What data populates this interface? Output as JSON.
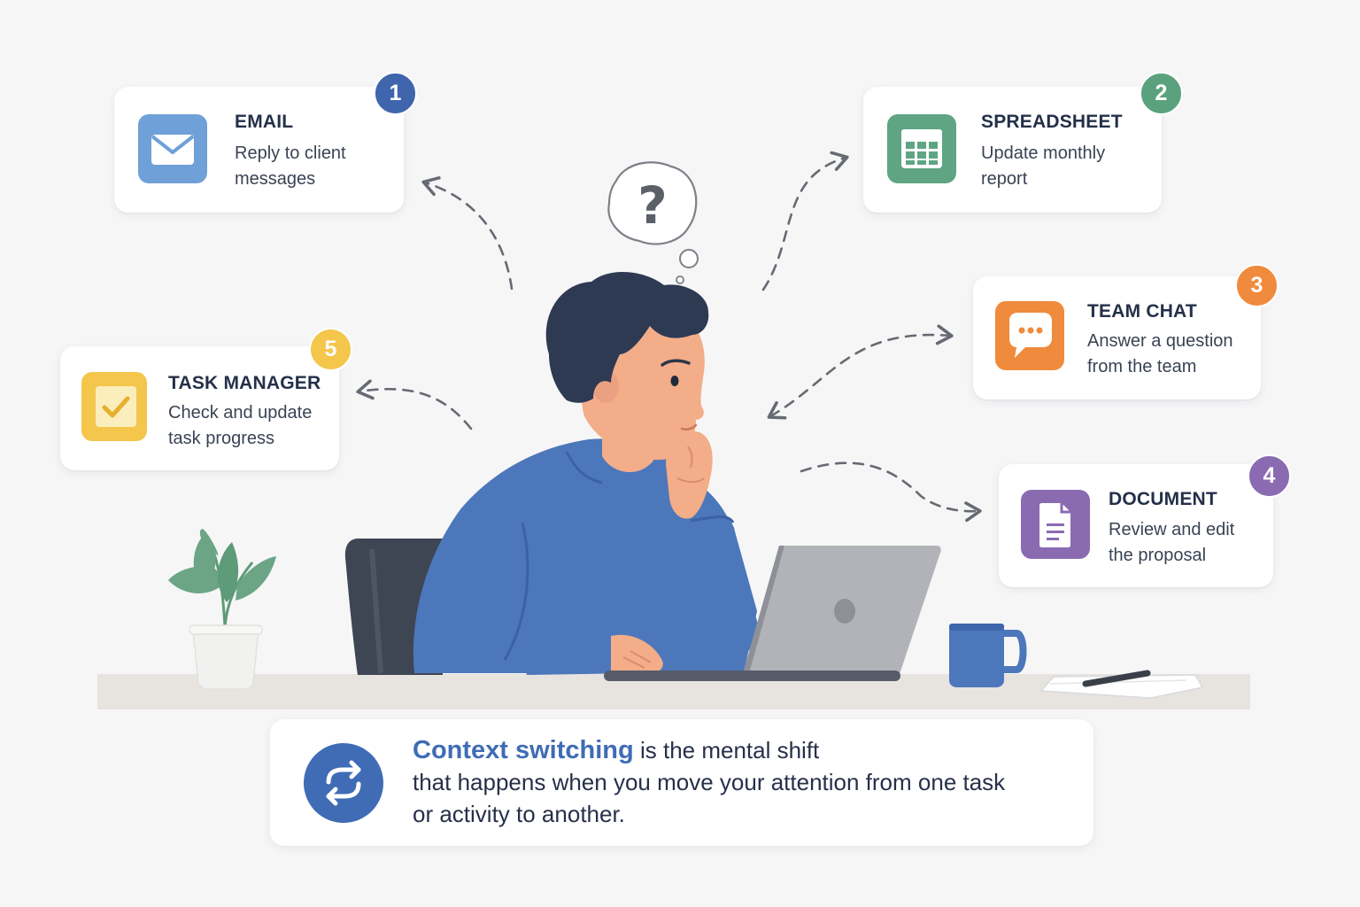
{
  "caption": {
    "highlight": "Context switching",
    "line1": "is the mental shift",
    "line2": "that happens when you move your attention from one task",
    "line3": "or activity to another.",
    "icon": "swap-arrows-icon",
    "accent": "#3f6cb5"
  },
  "thought": {
    "symbol": "?"
  },
  "tasks": [
    {
      "number": "1",
      "title": "EMAIL",
      "desc_line1": "Reply to client",
      "desc_line2": "messages",
      "icon": "envelope-icon",
      "color": "#6fa0d8",
      "badge_color": "#3f65ad"
    },
    {
      "number": "2",
      "title": "SPREADSHEET",
      "desc_line1": "Update monthly",
      "desc_line2": "report",
      "icon": "spreadsheet-icon",
      "color": "#5fa584",
      "badge_color": "#5aa27e"
    },
    {
      "number": "3",
      "title": "TEAM CHAT",
      "desc_line1": "Answer a question",
      "desc_line2": "from the team",
      "icon": "chat-bubble-icon",
      "color": "#f08a3c",
      "badge_color": "#f08a3c"
    },
    {
      "number": "4",
      "title": "DOCUMENT",
      "desc_line1": "Review and edit",
      "desc_line2": "the proposal",
      "icon": "document-icon",
      "color": "#8a6bb2",
      "badge_color": "#8a6bb2"
    },
    {
      "number": "5",
      "title": "TASK MANAGER",
      "desc_line1": "Check and update",
      "desc_line2": "task progress",
      "icon": "checkbox-icon",
      "color": "#f4c64c",
      "badge_color": "#f4c64c"
    }
  ]
}
